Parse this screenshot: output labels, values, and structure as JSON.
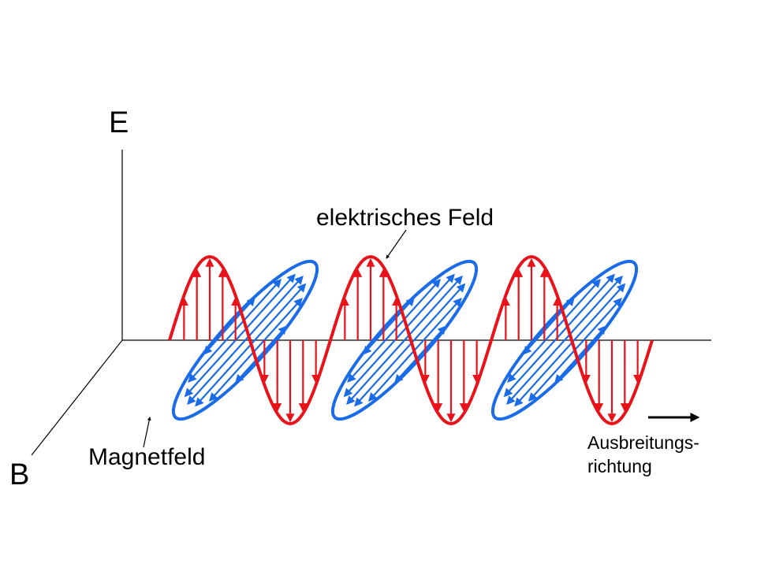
{
  "labels": {
    "e_axis": "E",
    "b_axis": "B",
    "electric_field": "elektrisches  Feld",
    "magnetic_field": "Magnetfeld",
    "direction_line1": "Ausbreitungs-",
    "direction_line2": "richtung"
  },
  "colors": {
    "electric": "#e8121a",
    "magnetic": "#1a6be8",
    "axis": "#000000"
  }
}
